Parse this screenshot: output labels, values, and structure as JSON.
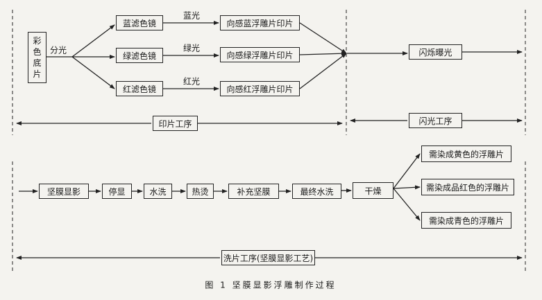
{
  "top": {
    "source_box": [
      "彩",
      "色",
      "底",
      "片"
    ],
    "split_label": "分光",
    "filters": [
      "蓝滤色镜",
      "绿滤色镜",
      "红滤色镜"
    ],
    "light_labels": [
      "蓝光",
      "绿光",
      "红光"
    ],
    "prints": [
      "向感蓝浮雕片印片",
      "向感绿浮雕片印片",
      "向感红浮雕片印片"
    ],
    "flash": "闪烁曝光",
    "stage_print": "印片工序",
    "stage_flash": "闪光工序"
  },
  "bottom": {
    "steps": [
      "坚膜显影",
      "停显",
      "水洗",
      "热烫",
      "补充坚膜",
      "最终水洗",
      "干燥"
    ],
    "outputs": [
      "需染成黄色的浮雕片",
      "需染成品红色的浮雕片",
      "需染成青色的浮雕片"
    ],
    "stage_wash": "洗片工序(坚膜显影工艺)"
  },
  "caption": "图 1   坚膜显影浮雕制作过程"
}
